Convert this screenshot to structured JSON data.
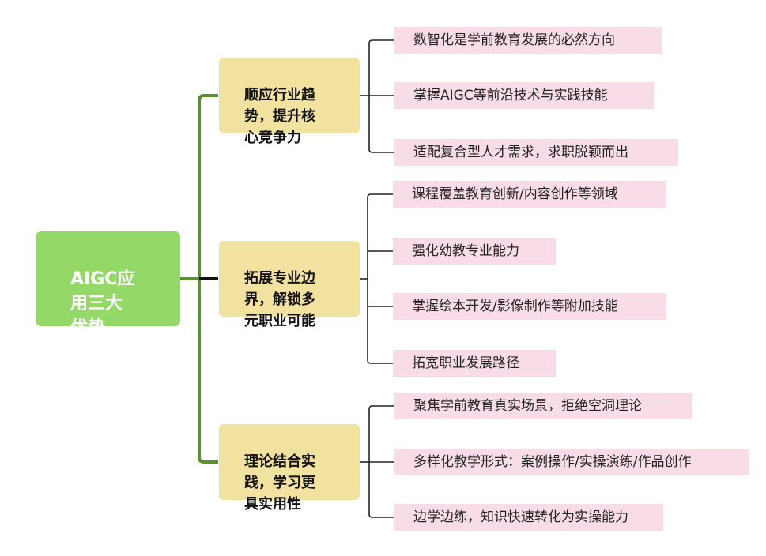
{
  "root": {
    "label": "AIGC应\n用三大\n优势"
  },
  "branches": [
    {
      "label": "顺应行业趋\n势，提升核\n心竞争力",
      "items": [
        "数智化是学前教育发展的必然方向",
        "掌握AIGC等前沿技术与实践技能",
        "适配复合型人才需求，求职脱颖而出"
      ]
    },
    {
      "label": "拓展专业边\n界，解锁多\n元职业可能",
      "items": [
        "课程覆盖教育创新/内容创作等领域",
        "强化幼教专业能力",
        "掌握绘本开发/影像制作等附加技能",
        "拓宽职业发展路径"
      ]
    },
    {
      "label": "理论结合实\n践，学习更\n具实用性",
      "items": [
        "聚焦学前教育真实场景，拒绝空洞理论",
        "多样化教学形式：案例操作/实操演练/作品创作",
        "边学边练，知识快速转化为实操能力"
      ]
    }
  ],
  "colors": {
    "root_fill": "#94d967",
    "root_connector": "#5a8f2e",
    "branch_fill": "#f2e2a0",
    "leaf_fill": "#f8dde8",
    "leaf_connector": "#222222"
  }
}
